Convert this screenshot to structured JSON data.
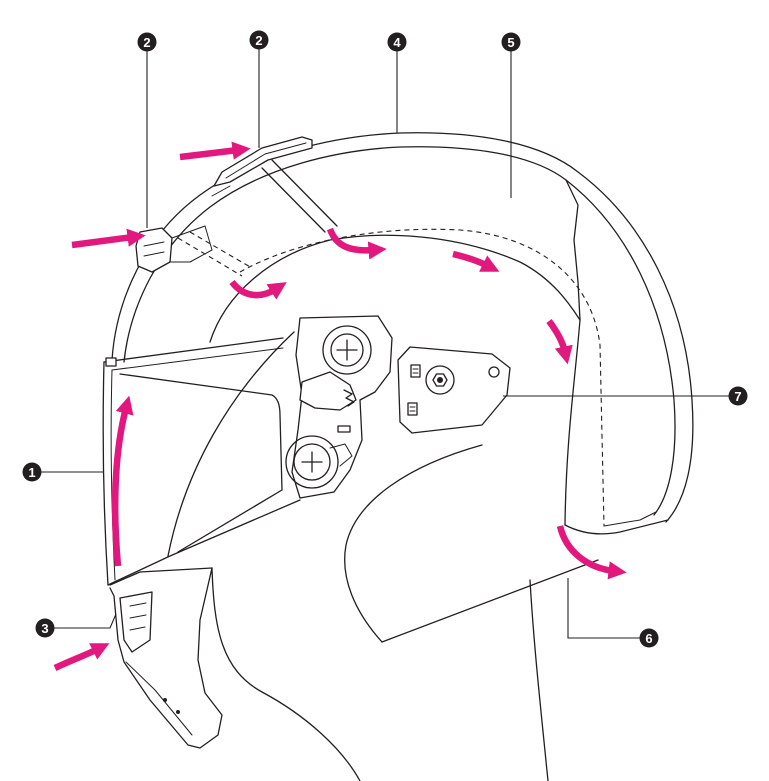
{
  "callouts": {
    "c1": "1",
    "c2_front": "2",
    "c2_top": "2",
    "c3": "3",
    "c4": "4",
    "c5": "5",
    "c6": "6",
    "c7": "7"
  },
  "colors": {
    "ink": "#231f20",
    "airflow": "#e2187f",
    "background": "#ffffff"
  }
}
